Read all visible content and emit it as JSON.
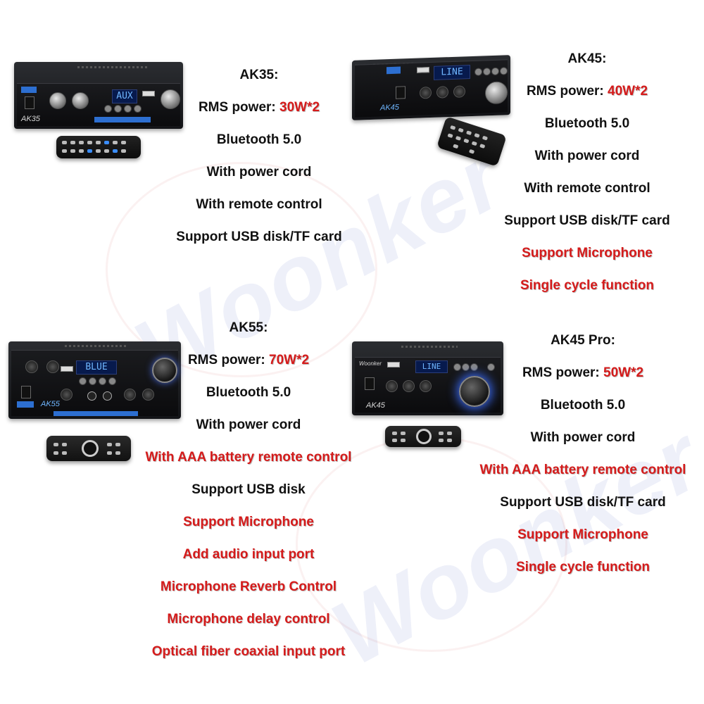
{
  "watermark": "Woonker",
  "products": [
    {
      "id": "ak35",
      "model": "AK35:",
      "badge": "AK35",
      "lcd": "AUX",
      "specs": [
        {
          "label": "RMS power: ",
          "value": "30W*2"
        },
        {
          "text": "Bluetooth 5.0",
          "highlight": false
        },
        {
          "text": "With power cord",
          "highlight": false
        },
        {
          "text": "With remote control",
          "highlight": false
        },
        {
          "text": "Support USB disk/TF card",
          "highlight": false
        }
      ]
    },
    {
      "id": "ak45",
      "model": "AK45:",
      "badge": "AK45",
      "lcd": "LINE",
      "specs": [
        {
          "label": "RMS power: ",
          "value": "40W*2"
        },
        {
          "text": "Bluetooth 5.0",
          "highlight": false
        },
        {
          "text": "With power cord",
          "highlight": false
        },
        {
          "text": "With remote control",
          "highlight": false
        },
        {
          "text": "Support USB disk/TF card",
          "highlight": false
        },
        {
          "text": "Support Microphone",
          "highlight": true
        },
        {
          "text": "Single cycle function",
          "highlight": true
        }
      ]
    },
    {
      "id": "ak55",
      "model": "AK55:",
      "badge": "AK55",
      "lcd": "BLUE",
      "specs": [
        {
          "label": "RMS power: ",
          "value": "70W*2"
        },
        {
          "text": "Bluetooth 5.0",
          "highlight": false
        },
        {
          "text": "With power cord",
          "highlight": false
        },
        {
          "text": "With AAA battery remote control",
          "highlight": true
        },
        {
          "text": "Support USB disk",
          "highlight": false
        },
        {
          "text": "Support Microphone",
          "highlight": true
        },
        {
          "text": "Add audio input port",
          "highlight": true
        },
        {
          "text": "Microphone Reverb Control",
          "highlight": true
        },
        {
          "text": "Microphone delay control",
          "highlight": true
        },
        {
          "text": "Optical fiber coaxial input port",
          "highlight": true
        }
      ]
    },
    {
      "id": "ak45pro",
      "model": "AK45 Pro:",
      "badge": "AK45",
      "lcd": "LINE",
      "specs": [
        {
          "label": "RMS power: ",
          "value": "50W*2"
        },
        {
          "text": "Bluetooth 5.0",
          "highlight": false
        },
        {
          "text": "With power cord",
          "highlight": false
        },
        {
          "text": "With AAA battery remote control",
          "highlight": true
        },
        {
          "text": "Support USB disk/TF card",
          "highlight": false
        },
        {
          "text": "Support Microphone",
          "highlight": true
        },
        {
          "text": "Single cycle function",
          "highlight": true
        }
      ]
    }
  ],
  "colors": {
    "highlight": "#d51b1b",
    "text": "#111111",
    "lcd": "#6fb6ff"
  }
}
